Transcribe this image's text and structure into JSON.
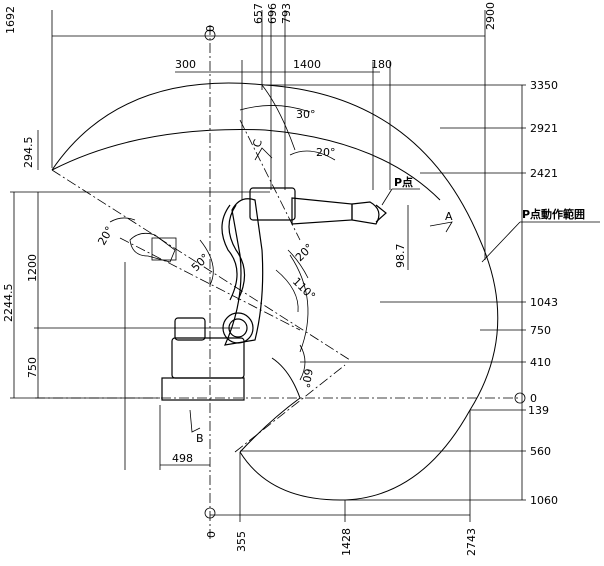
{
  "top_dims": [
    "1692",
    "0",
    "657",
    "696",
    "793",
    "2900"
  ],
  "upper_dims": [
    "300",
    "1400",
    "180"
  ],
  "right_dims": [
    "3350",
    "2921",
    "2421",
    "1043",
    "750",
    "410",
    "0",
    "139",
    "560",
    "1060"
  ],
  "left_dims": [
    "294.5",
    "2244.5",
    "1200",
    "750"
  ],
  "bottom_dims": [
    "0",
    "355",
    "1428",
    "2743"
  ],
  "base_dim": "498",
  "inner_dim": "98.7",
  "angles": [
    "30°",
    "20°",
    "20°",
    "50°",
    "20°",
    "110°",
    "60°"
  ],
  "labels": {
    "p_point": "P点",
    "p_range": "P点動作範囲",
    "view_a": "A",
    "view_b": "B",
    "view_c": "C"
  }
}
